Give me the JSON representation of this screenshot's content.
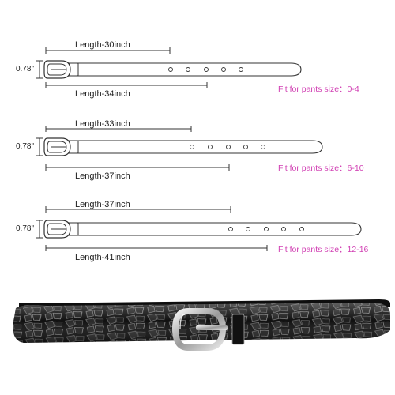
{
  "colors": {
    "accent": "#d13fb3",
    "line": "#333333",
    "belt": "#141414"
  },
  "belts": [
    {
      "length_short": "Length-30inch",
      "length_long": "Length-34inch",
      "height": "0.78\"",
      "fit_label": "Fit for pants size：",
      "fit_range": "0-4",
      "holes": 5
    },
    {
      "length_short": "Length-33inch",
      "length_long": "Length-37inch",
      "height": "0.78\"",
      "fit_label": "Fit for pants size：",
      "fit_range": "6-10",
      "holes": 5
    },
    {
      "length_short": "Length-37inch",
      "length_long": "Length-41inch",
      "height": "0.78\"",
      "fit_label": "Fit for pants size：",
      "fit_range": "12-16",
      "holes": 5
    }
  ],
  "photo": {
    "icon": "crocodile-belt-photo"
  }
}
